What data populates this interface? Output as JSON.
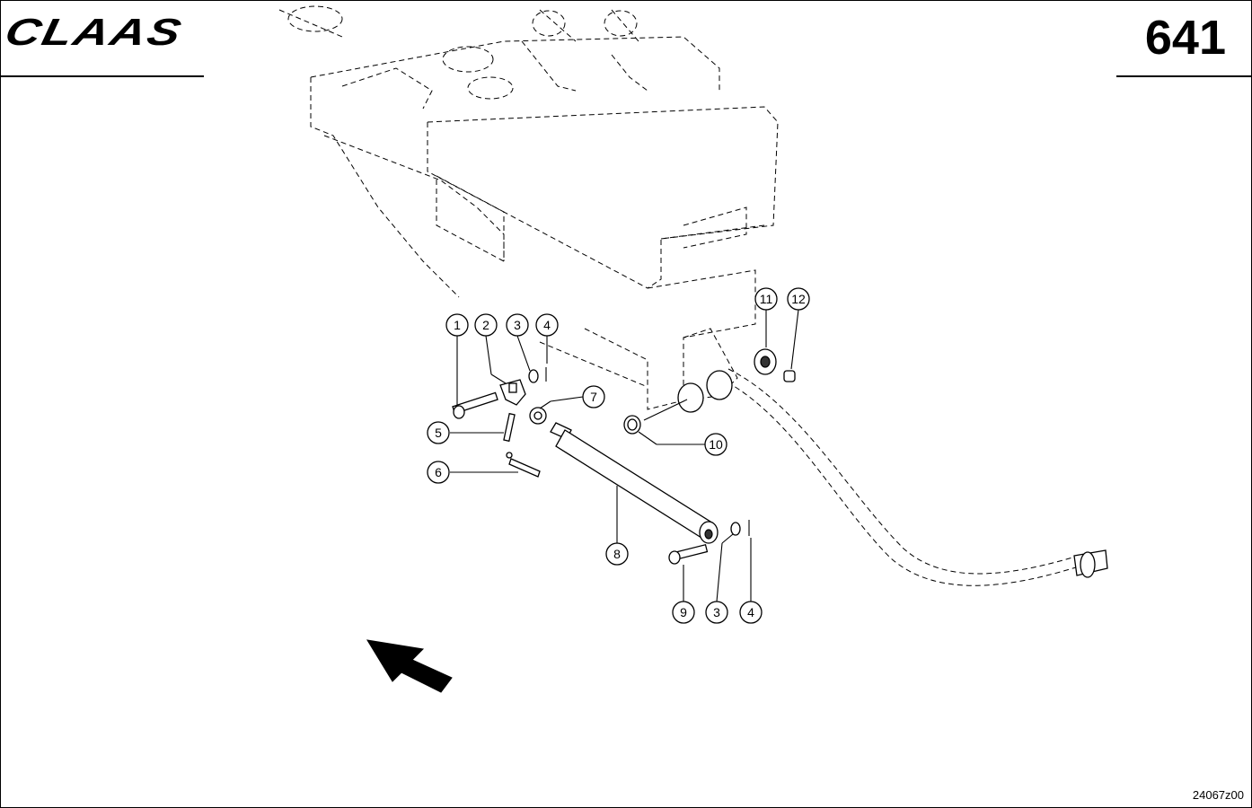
{
  "header": {
    "brand": "CLAAS",
    "page_number": "641"
  },
  "footer": {
    "drawing_code": "24067z00"
  },
  "callouts": [
    {
      "id": "c1",
      "label": "1"
    },
    {
      "id": "c2",
      "label": "2"
    },
    {
      "id": "c3a",
      "label": "3"
    },
    {
      "id": "c4a",
      "label": "4"
    },
    {
      "id": "c5",
      "label": "5"
    },
    {
      "id": "c6",
      "label": "6"
    },
    {
      "id": "c7",
      "label": "7"
    },
    {
      "id": "c8",
      "label": "8"
    },
    {
      "id": "c9",
      "label": "9"
    },
    {
      "id": "c3b",
      "label": "3"
    },
    {
      "id": "c4b",
      "label": "4"
    },
    {
      "id": "c10",
      "label": "10"
    },
    {
      "id": "c11",
      "label": "11"
    },
    {
      "id": "c12",
      "label": "12"
    }
  ],
  "icons": {
    "direction": "direction-arrow-icon"
  }
}
